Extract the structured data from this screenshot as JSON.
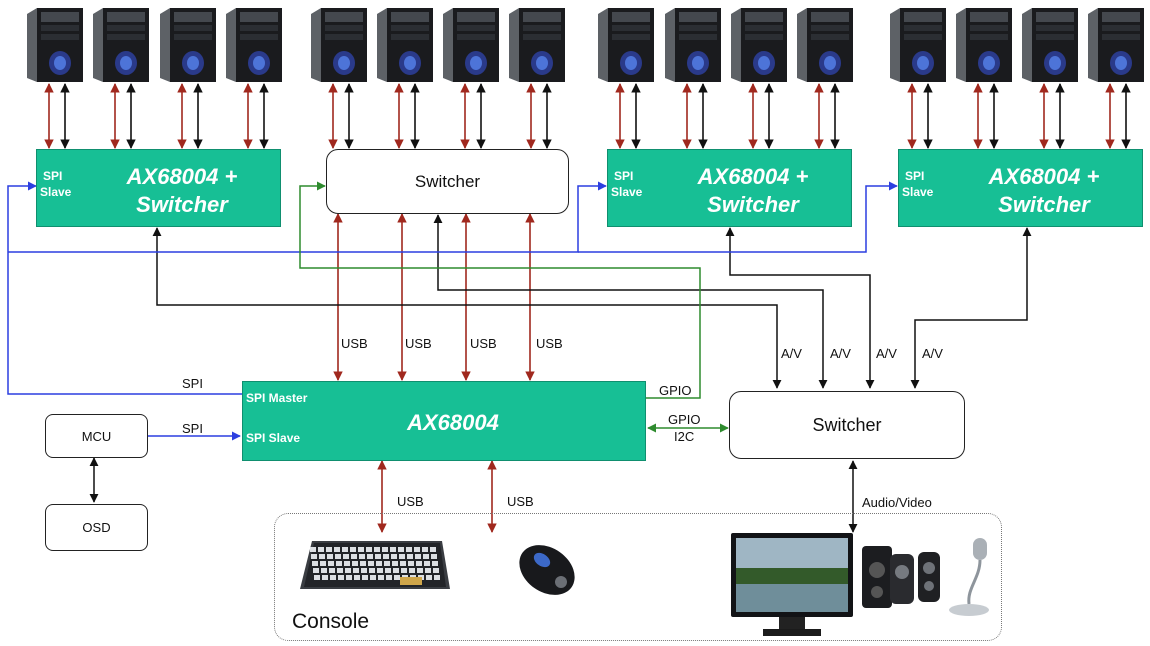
{
  "colors": {
    "chip": "#17bf95",
    "usb_arrow": "#a0281e",
    "av_arrow": "#111111",
    "spi_arrow": "#2c3fe0",
    "gpio_arrow": "#2e8b2e"
  },
  "icons": {
    "pc": "pc-tower-icon",
    "keyboard": "keyboard-icon",
    "mouse": "mouse-icon",
    "monitor": "monitor-icon",
    "speakers": "speakers-icon",
    "microphone": "microphone-icon"
  },
  "slave_blocks": [
    {
      "spi": "SPI",
      "slave": "Slave",
      "title_line1": "AX68004 +",
      "title_line2": "Switcher"
    },
    {
      "spi": "SPI",
      "slave": "Slave",
      "title_line1": "AX68004 +",
      "title_line2": "Switcher"
    },
    {
      "spi": "SPI",
      "slave": "Slave",
      "title_line1": "AX68004 +",
      "title_line2": "Switcher"
    }
  ],
  "top_switcher": "Switcher",
  "main_chip": {
    "title": "AX68004",
    "spi_master": "SPI Master",
    "spi_slave": "SPI Slave"
  },
  "av_switcher": "Switcher",
  "mcu": "MCU",
  "osd": "OSD",
  "labels": {
    "usb": [
      "USB",
      "USB",
      "USB",
      "USB"
    ],
    "av": [
      "A/V",
      "A/V",
      "A/V",
      "A/V"
    ],
    "spi_top": "SPI",
    "spi_mcu": "SPI",
    "gpio_top": "GPIO",
    "gpio_mid": "GPIO",
    "i2c": "I2C",
    "usb_keyboard": "USB",
    "usb_mouse": "USB",
    "audio_video": "Audio/Video"
  },
  "console_label": "Console"
}
